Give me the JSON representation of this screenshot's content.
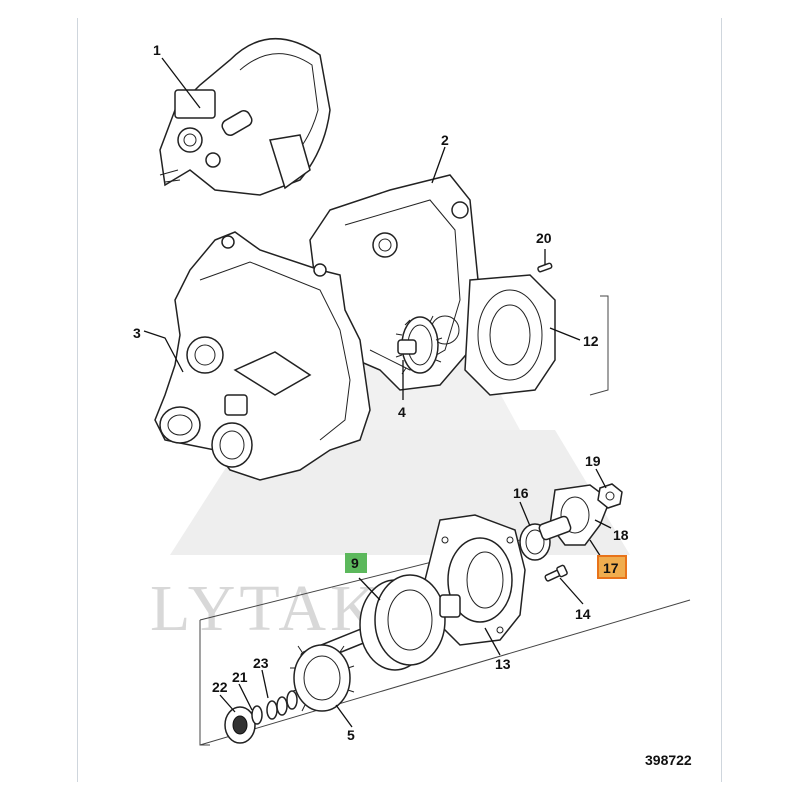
{
  "diagram": {
    "callouts": [
      {
        "id": "c1",
        "label": "1",
        "highlight": null
      },
      {
        "id": "c2",
        "label": "2",
        "highlight": null
      },
      {
        "id": "c3",
        "label": "3",
        "highlight": null
      },
      {
        "id": "c4",
        "label": "4",
        "highlight": null
      },
      {
        "id": "c5",
        "label": "5",
        "highlight": null
      },
      {
        "id": "c9",
        "label": "9",
        "highlight": "green"
      },
      {
        "id": "c12",
        "label": "12",
        "highlight": null
      },
      {
        "id": "c13",
        "label": "13",
        "highlight": null
      },
      {
        "id": "c14",
        "label": "14",
        "highlight": null
      },
      {
        "id": "c16",
        "label": "16",
        "highlight": null
      },
      {
        "id": "c17",
        "label": "17",
        "highlight": "orange"
      },
      {
        "id": "c18",
        "label": "18",
        "highlight": null
      },
      {
        "id": "c19",
        "label": "19",
        "highlight": null
      },
      {
        "id": "c20",
        "label": "20",
        "highlight": null
      },
      {
        "id": "c21",
        "label": "21",
        "highlight": null
      },
      {
        "id": "c22",
        "label": "22",
        "highlight": null
      },
      {
        "id": "c23",
        "label": "23",
        "highlight": null
      }
    ],
    "reference_number": "398722",
    "watermark_text": "LYTAKRA",
    "colors": {
      "green_highlight": "#5cb85c",
      "orange_highlight": "#f0ad4e",
      "orange_border": "#e8731a",
      "line": "#222222",
      "watermark": "#d8d8d8"
    }
  }
}
